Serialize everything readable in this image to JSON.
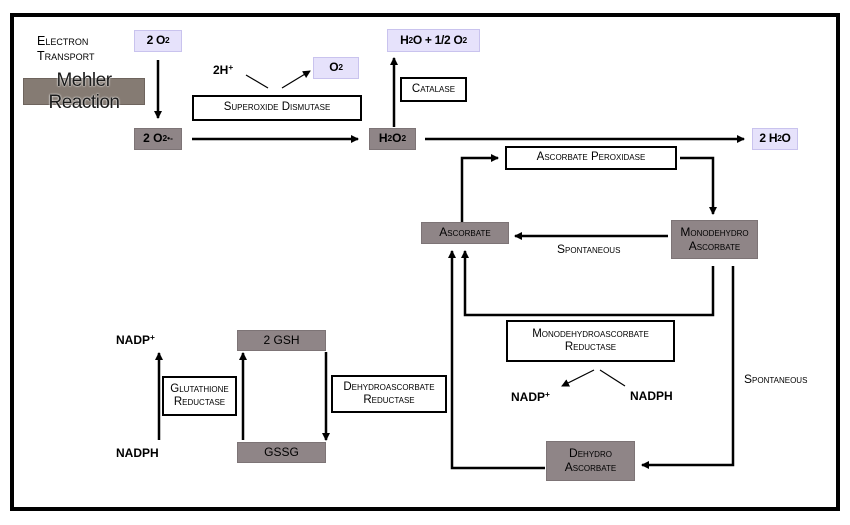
{
  "diagram": {
    "title_label": "Mehler Reaction",
    "electron_transport_line1": "Electron",
    "electron_transport_line2": "Transport",
    "species": {
      "o2_top": {
        "text": "2 O",
        "sub": "2"
      },
      "superoxide": {
        "text": "2 O",
        "sub": "2",
        "sup": "•-"
      },
      "o2_product": {
        "text": "O",
        "sub": "2"
      },
      "h2o2": {
        "pre": "H",
        "sub1": "2",
        "mid": "O",
        "sub2": "2"
      },
      "catalase_product": {
        "pre": "H",
        "sub1": "2",
        "mid": "O + 1/2 O",
        "sub2": "2"
      },
      "water_product": {
        "pre": "2 H",
        "sub1": "2",
        "mid": "O"
      },
      "ascorbate": "Ascorbate",
      "monodehydro_line1": "Monodehydro",
      "monodehydro_line2": "Ascorbate",
      "dehydro_line1": "Dehydro",
      "dehydro_line2": "Ascorbate",
      "gsh": "2 GSH",
      "gssg": "GSSG"
    },
    "enzymes": {
      "sod": "Superoxide Dismutase",
      "catalase": "Catalase",
      "apx": "Ascorbate Peroxidase",
      "mdhar_line1": "Monodehydroascorbate",
      "mdhar_line2": "Reductase",
      "dhar_line1": "Dehydroascorbate",
      "dhar_line2": "Reductase",
      "gr_line1": "Glutathione",
      "gr_line2": "Reductase"
    },
    "labels": {
      "two_h_plus": {
        "text": "2H",
        "sup": "+"
      },
      "spontaneous_1": "Spontaneous",
      "spontaneous_2": "Spontaneous",
      "mdhar_nadp": {
        "text": "NADP",
        "sup": "+"
      },
      "mdhar_nadph": "NADPH",
      "gr_nadp": {
        "text": "NADP",
        "sup": "+"
      },
      "gr_nadph": "NADPH"
    },
    "colors": {
      "product_box": "#e6e2fb",
      "metabolite_box": "#8f8587",
      "title_box": "#857b73",
      "line": "#000000"
    }
  }
}
